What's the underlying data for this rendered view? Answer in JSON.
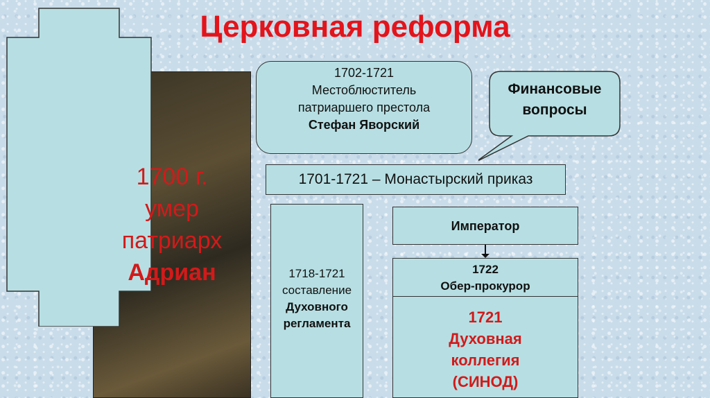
{
  "title": "Церковная реформа",
  "patriarch": {
    "line1": "1700 г.",
    "line2": "умер",
    "line3": "патриарх",
    "name": "Адриан"
  },
  "locum_tenens": {
    "years": "1702-1721",
    "line1": "Местоблюститель",
    "line2": "патриаршего престола",
    "name": "Стефан Яворский"
  },
  "finance": {
    "line1": "Финансовые",
    "line2": "вопросы"
  },
  "monastery_prikaz": "1701-1721 – Монастырский приказ",
  "reglament": {
    "years": "1718-1721",
    "line1": "составление",
    "line2": "Духовного",
    "line3": "регламента"
  },
  "emperor": "Император",
  "ober_procurator": {
    "year": "1722",
    "label": "Обер-прокурор"
  },
  "synod": {
    "year": "1721",
    "line1": "Духовная",
    "line2": "коллегия",
    "line3": "(СИНОД)"
  },
  "colors": {
    "title": "#e3141b",
    "box_fill": "#b7dfe3",
    "accent_red": "#d21a1a"
  }
}
